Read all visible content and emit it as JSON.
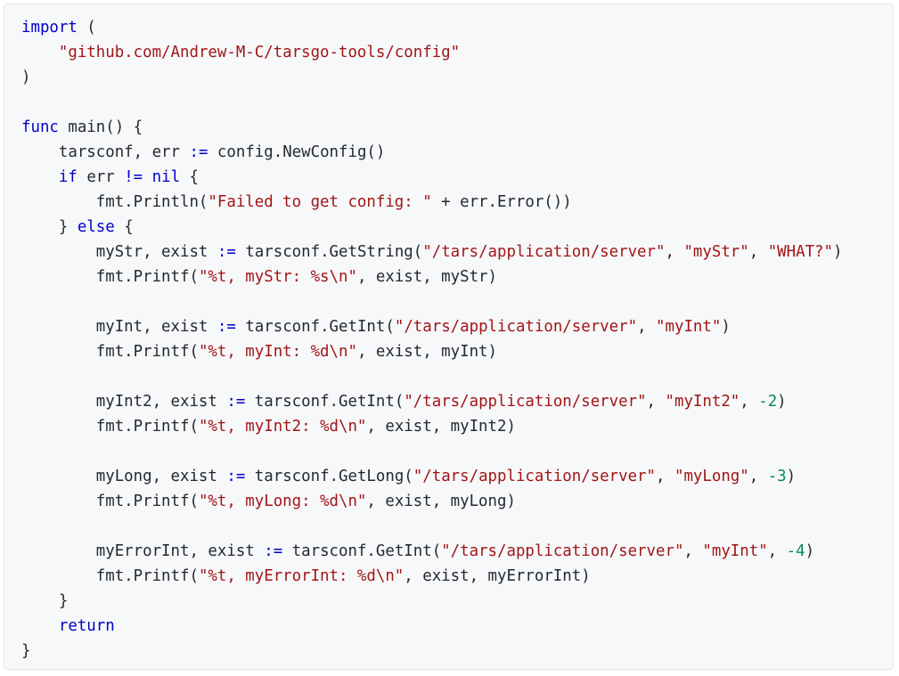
{
  "code": {
    "language": "go",
    "colors": {
      "background": "#f6f8fa",
      "keyword": "#0000c9",
      "string": "#a31515",
      "number": "#09885a",
      "plain": "#24292e"
    },
    "lines": [
      {
        "indent": 0,
        "tokens": [
          {
            "t": "kw",
            "v": "import"
          },
          {
            "t": "pl",
            "v": " ("
          }
        ]
      },
      {
        "indent": 1,
        "tokens": [
          {
            "t": "str",
            "v": "\"github.com/Andrew-M-C/tarsgo-tools/config\""
          }
        ]
      },
      {
        "indent": 0,
        "tokens": [
          {
            "t": "pl",
            "v": ")"
          }
        ]
      },
      {
        "indent": 0,
        "tokens": []
      },
      {
        "indent": 0,
        "tokens": [
          {
            "t": "kw",
            "v": "func"
          },
          {
            "t": "pl",
            "v": " main() {"
          }
        ]
      },
      {
        "indent": 1,
        "tokens": [
          {
            "t": "pl",
            "v": "tarsconf, err "
          },
          {
            "t": "op",
            "v": ":="
          },
          {
            "t": "pl",
            "v": " config.NewConfig()"
          }
        ]
      },
      {
        "indent": 1,
        "tokens": [
          {
            "t": "kw",
            "v": "if"
          },
          {
            "t": "pl",
            "v": " err "
          },
          {
            "t": "op",
            "v": "!="
          },
          {
            "t": "pl",
            "v": " "
          },
          {
            "t": "kw",
            "v": "nil"
          },
          {
            "t": "pl",
            "v": " {"
          }
        ]
      },
      {
        "indent": 2,
        "tokens": [
          {
            "t": "pl",
            "v": "fmt.Println("
          },
          {
            "t": "str",
            "v": "\"Failed to get config: \""
          },
          {
            "t": "pl",
            "v": " + err.Error())"
          }
        ]
      },
      {
        "indent": 1,
        "tokens": [
          {
            "t": "pl",
            "v": "} "
          },
          {
            "t": "kw",
            "v": "else"
          },
          {
            "t": "pl",
            "v": " {"
          }
        ]
      },
      {
        "indent": 2,
        "tokens": [
          {
            "t": "pl",
            "v": "myStr, exist "
          },
          {
            "t": "op",
            "v": ":="
          },
          {
            "t": "pl",
            "v": " tarsconf.GetString("
          },
          {
            "t": "str",
            "v": "\"/tars/application/server\""
          },
          {
            "t": "pl",
            "v": ", "
          },
          {
            "t": "str",
            "v": "\"myStr\""
          },
          {
            "t": "pl",
            "v": ", "
          },
          {
            "t": "str",
            "v": "\"WHAT?\""
          },
          {
            "t": "pl",
            "v": ")"
          }
        ]
      },
      {
        "indent": 2,
        "tokens": [
          {
            "t": "pl",
            "v": "fmt.Printf("
          },
          {
            "t": "str",
            "v": "\"%t, myStr: %s\\n\""
          },
          {
            "t": "pl",
            "v": ", exist, myStr)"
          }
        ]
      },
      {
        "indent": 0,
        "tokens": []
      },
      {
        "indent": 2,
        "tokens": [
          {
            "t": "pl",
            "v": "myInt, exist "
          },
          {
            "t": "op",
            "v": ":="
          },
          {
            "t": "pl",
            "v": " tarsconf.GetInt("
          },
          {
            "t": "str",
            "v": "\"/tars/application/server\""
          },
          {
            "t": "pl",
            "v": ", "
          },
          {
            "t": "str",
            "v": "\"myInt\""
          },
          {
            "t": "pl",
            "v": ")"
          }
        ]
      },
      {
        "indent": 2,
        "tokens": [
          {
            "t": "pl",
            "v": "fmt.Printf("
          },
          {
            "t": "str",
            "v": "\"%t, myInt: %d\\n\""
          },
          {
            "t": "pl",
            "v": ", exist, myInt)"
          }
        ]
      },
      {
        "indent": 0,
        "tokens": []
      },
      {
        "indent": 2,
        "tokens": [
          {
            "t": "pl",
            "v": "myInt2, exist "
          },
          {
            "t": "op",
            "v": ":="
          },
          {
            "t": "pl",
            "v": " tarsconf.GetInt("
          },
          {
            "t": "str",
            "v": "\"/tars/application/server\""
          },
          {
            "t": "pl",
            "v": ", "
          },
          {
            "t": "str",
            "v": "\"myInt2\""
          },
          {
            "t": "pl",
            "v": ", "
          },
          {
            "t": "num",
            "v": "-2"
          },
          {
            "t": "pl",
            "v": ")"
          }
        ]
      },
      {
        "indent": 2,
        "tokens": [
          {
            "t": "pl",
            "v": "fmt.Printf("
          },
          {
            "t": "str",
            "v": "\"%t, myInt2: %d\\n\""
          },
          {
            "t": "pl",
            "v": ", exist, myInt2)"
          }
        ]
      },
      {
        "indent": 0,
        "tokens": []
      },
      {
        "indent": 2,
        "tokens": [
          {
            "t": "pl",
            "v": "myLong, exist "
          },
          {
            "t": "op",
            "v": ":="
          },
          {
            "t": "pl",
            "v": " tarsconf.GetLong("
          },
          {
            "t": "str",
            "v": "\"/tars/application/server\""
          },
          {
            "t": "pl",
            "v": ", "
          },
          {
            "t": "str",
            "v": "\"myLong\""
          },
          {
            "t": "pl",
            "v": ", "
          },
          {
            "t": "num",
            "v": "-3"
          },
          {
            "t": "pl",
            "v": ")"
          }
        ]
      },
      {
        "indent": 2,
        "tokens": [
          {
            "t": "pl",
            "v": "fmt.Printf("
          },
          {
            "t": "str",
            "v": "\"%t, myLong: %d\\n\""
          },
          {
            "t": "pl",
            "v": ", exist, myLong)"
          }
        ]
      },
      {
        "indent": 0,
        "tokens": []
      },
      {
        "indent": 2,
        "tokens": [
          {
            "t": "pl",
            "v": "myErrorInt, exist "
          },
          {
            "t": "op",
            "v": ":="
          },
          {
            "t": "pl",
            "v": " tarsconf.GetInt("
          },
          {
            "t": "str",
            "v": "\"/tars/application/server\""
          },
          {
            "t": "pl",
            "v": ", "
          },
          {
            "t": "str",
            "v": "\"myInt\""
          },
          {
            "t": "pl",
            "v": ", "
          },
          {
            "t": "num",
            "v": "-4"
          },
          {
            "t": "pl",
            "v": ")"
          }
        ]
      },
      {
        "indent": 2,
        "tokens": [
          {
            "t": "pl",
            "v": "fmt.Printf("
          },
          {
            "t": "str",
            "v": "\"%t, myErrorInt: %d\\n\""
          },
          {
            "t": "pl",
            "v": ", exist, myErrorInt)"
          }
        ]
      },
      {
        "indent": 1,
        "tokens": [
          {
            "t": "pl",
            "v": "}"
          }
        ]
      },
      {
        "indent": 1,
        "tokens": [
          {
            "t": "kw",
            "v": "return"
          }
        ]
      },
      {
        "indent": 0,
        "tokens": [
          {
            "t": "pl",
            "v": "}"
          }
        ]
      }
    ]
  }
}
